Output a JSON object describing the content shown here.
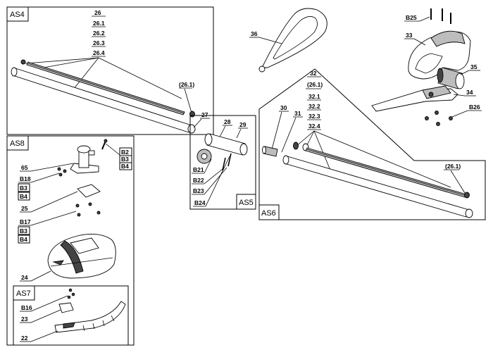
{
  "groups": {
    "as4": {
      "tag": "AS4",
      "header": "26",
      "stack": [
        "26.1",
        "26.2",
        "26.3",
        "26.4"
      ],
      "part_261": "(26.1)",
      "part_27": "27"
    },
    "as8": {
      "tag": "AS8",
      "top_stack": [
        "B2",
        "B3",
        "B4"
      ],
      "p65": "65",
      "mid_stack": [
        "B18",
        "B3",
        "B4"
      ],
      "p25": "25",
      "low_stack": [
        "B17",
        "B3",
        "B4"
      ],
      "p24": "24"
    },
    "as7": {
      "tag": "AS7",
      "b16": "B16",
      "p23": "23",
      "p22": "22"
    },
    "as5": {
      "tag": "AS5",
      "p28": "28",
      "p29": "29",
      "b21": "B21",
      "b22": "B22",
      "b23": "B23",
      "b24": "B24"
    },
    "as6": {
      "tag": "AS6",
      "header": "32",
      "stack": [
        "(26.1)",
        "32.1",
        "32.2",
        "32.3",
        "32.4"
      ],
      "p30": "30",
      "p31": "31",
      "part_261": "(26.1)"
    },
    "loose": {
      "p36": "36",
      "b25": "B25",
      "p33": "33",
      "p35": "35",
      "p34": "34",
      "b26": "B26"
    }
  }
}
